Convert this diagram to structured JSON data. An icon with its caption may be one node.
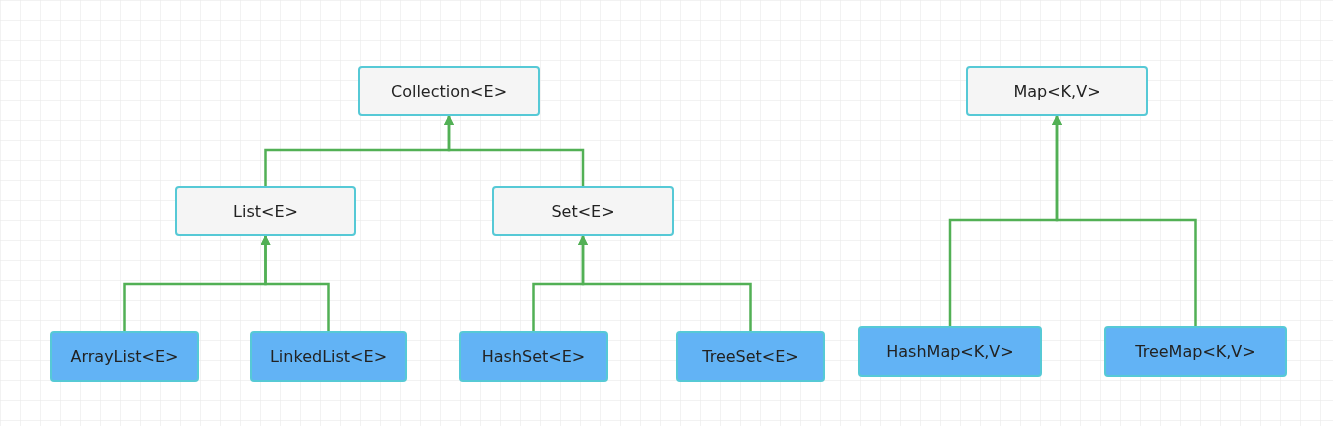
{
  "diagram": {
    "nodes": [
      {
        "text": [
          "Collection<E>"
        ]
      },
      {
        "text": [
          "List<E>"
        ]
      },
      {
        "text": [
          "Set<E>"
        ]
      },
      {
        "text": [
          "ArrayList<E>"
        ]
      },
      {
        "text": [
          "LinkedList<E>"
        ]
      },
      {
        "text": [
          "HashSet<E>"
        ]
      },
      {
        "text": [
          "TreeSet<E>"
        ]
      },
      {
        "text": [
          "Map<K,V>"
        ]
      },
      {
        "text": [
          "HashMap<K,V>"
        ]
      },
      {
        "text": [
          "TreeMap<K,V>"
        ]
      }
    ],
    "edges": [
      {
        "from": 1,
        "to": 0,
        "arrow": "to"
      },
      {
        "from": 2,
        "to": 0,
        "arrow": "to"
      },
      {
        "from": 3,
        "to": 1,
        "arrow": "to"
      },
      {
        "from": 4,
        "to": 1,
        "arrow": "to"
      },
      {
        "from": 5,
        "to": 2,
        "arrow": "to"
      },
      {
        "from": 6,
        "to": 2,
        "arrow": "to"
      },
      {
        "from": 8,
        "to": 7,
        "arrow": "to"
      },
      {
        "from": 9,
        "to": 7,
        "arrow": "to"
      }
    ]
  }
}
